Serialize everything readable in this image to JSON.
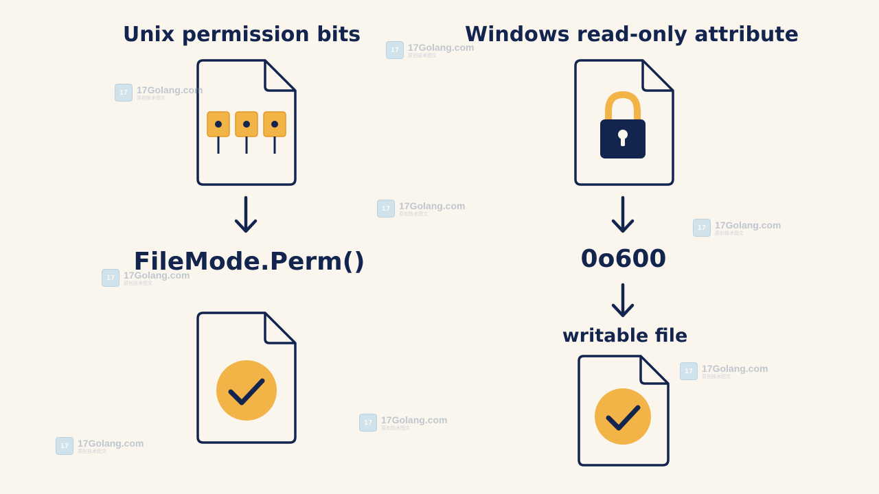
{
  "left": {
    "title": "Unix permission bits",
    "method": "FileMode.Perm()"
  },
  "right": {
    "title": "Windows read-only attribute",
    "value": "0o600",
    "result": "writable file"
  },
  "watermark": {
    "text": "17Golang.com",
    "subtitle": "原创技术图文"
  },
  "colors": {
    "ink": "#13244f",
    "accent": "#f2b347",
    "paper": "#faf6ee"
  },
  "icons": [
    "document-icon",
    "permission-bits-icon",
    "lock-icon",
    "checkmark-icon",
    "arrow-down-icon"
  ]
}
